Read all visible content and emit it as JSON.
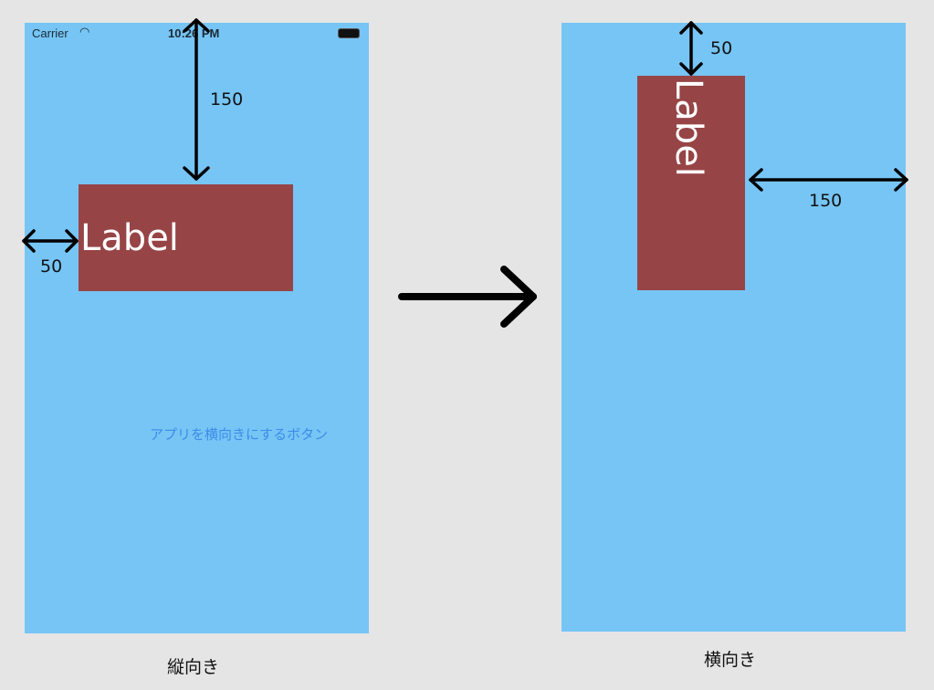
{
  "portrait": {
    "carrier": "Carrier",
    "time": "10:26 PM",
    "label": "Label",
    "button": "アプリを横向きにするボタン",
    "top_margin": "150",
    "left_margin": "50",
    "caption": "縦向き"
  },
  "landscape": {
    "label": "Label",
    "top_margin": "50",
    "right_margin": "150",
    "caption": "横向き"
  },
  "colors": {
    "background": "#76c5f5",
    "label_bg": "#974446",
    "button": "#3d8ce8"
  }
}
